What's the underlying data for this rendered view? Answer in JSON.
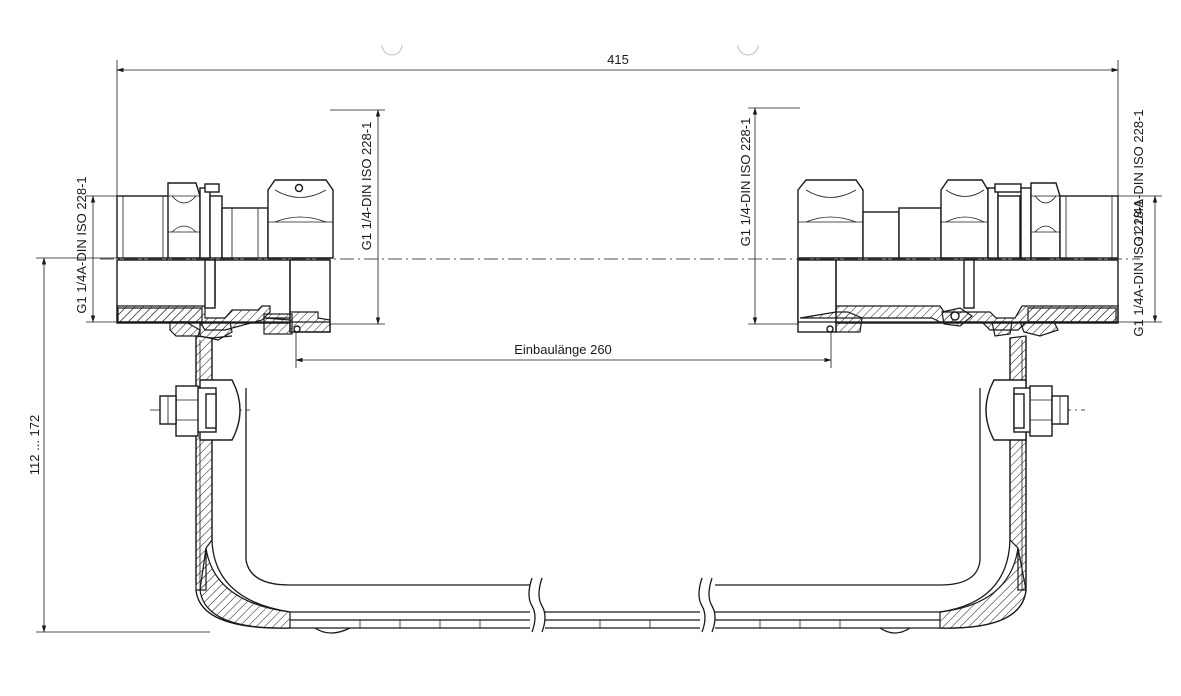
{
  "dimensions": {
    "overall_length": "415",
    "install_length": "Einbaulänge 260",
    "height_range": "112 ... 172"
  },
  "thread_labels": {
    "left_outer": "G1 1/4A-DIN ISO 228-1",
    "left_outer_top": "G1 1/4A-DIN ISO 228-1",
    "left_inner": "G1 1/4-DIN ISO 228-1",
    "right_inner": "G1 1/4-DIN ISO 228-1",
    "right_outer": "G1 1/4A-DIN ISO 228-1"
  }
}
